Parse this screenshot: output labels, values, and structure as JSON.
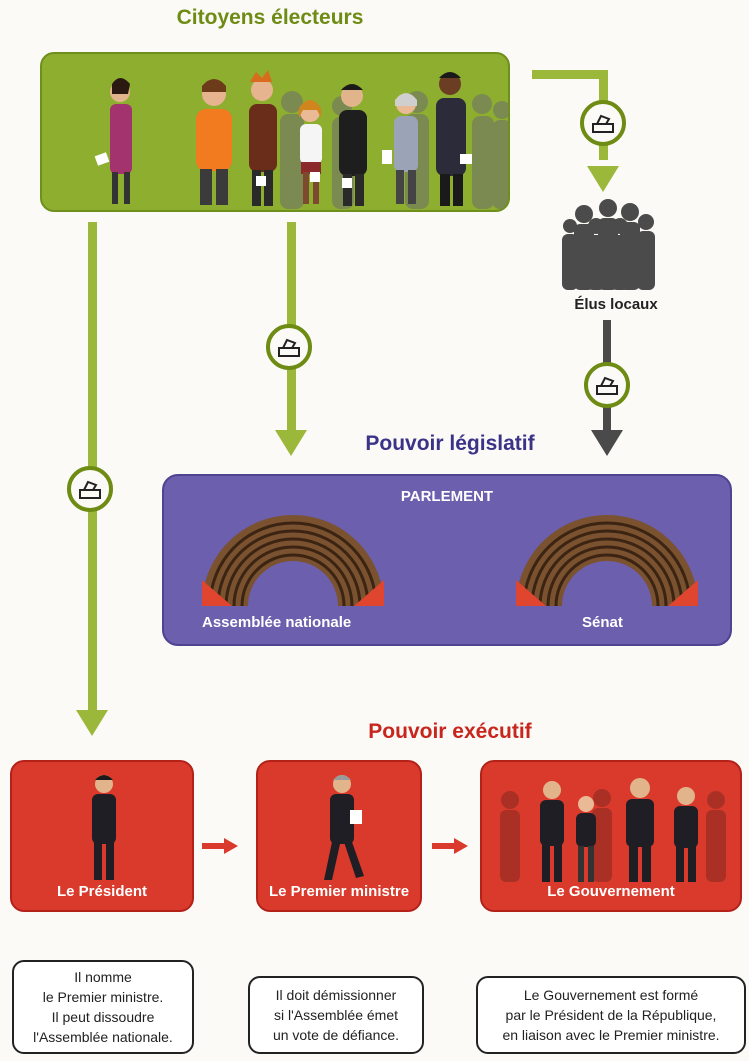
{
  "headings": {
    "citizens": "Citoyens électeurs",
    "legislative": "Pouvoir législatif",
    "executive": "Pouvoir exécutif"
  },
  "local": {
    "label": "Élus locaux"
  },
  "parliament": {
    "title": "PARLEMENT",
    "chambers": [
      {
        "label": "Assemblée nationale"
      },
      {
        "label": "Sénat"
      }
    ]
  },
  "executive": {
    "boxes": [
      {
        "label": "Le Président"
      },
      {
        "label": "Le Premier ministre"
      },
      {
        "label": "Le Gouvernement"
      }
    ],
    "notes": [
      {
        "lines": [
          "Il nomme",
          "le Premier ministre.",
          "Il peut dissoudre",
          "l'Assemblée nationale."
        ]
      },
      {
        "lines": [
          "Il doit démissionner",
          "si l'Assemblée émet",
          "un vote de défiance."
        ]
      },
      {
        "lines": [
          "Le Gouvernement est formé",
          "par le Président de la République,",
          "en liaison avec le Premier ministre."
        ]
      }
    ]
  },
  "colors": {
    "green": "#8dae2f",
    "purple": "#6c5fad",
    "red": "#d93a2c"
  }
}
